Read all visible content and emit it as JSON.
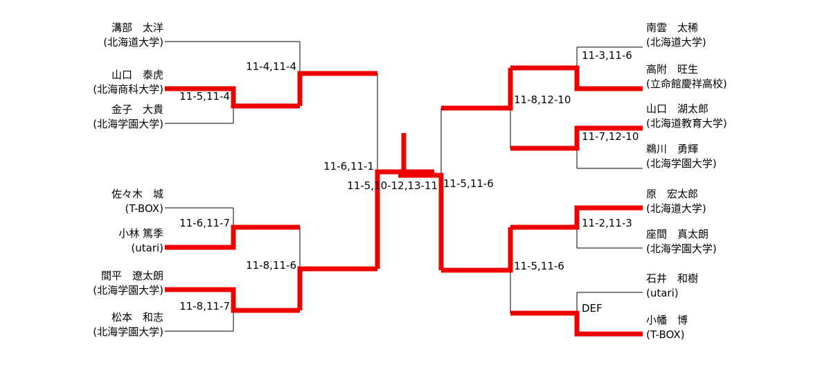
{
  "colors": {
    "line": "#000000",
    "winner_line": "#ee0000",
    "background": "#ffffff",
    "text": "#000000"
  },
  "bracket": {
    "title": "",
    "left_side": {
      "players": [
        {
          "name": "溝部　太洋",
          "affiliation": "(北海道大学)",
          "winner": false
        },
        {
          "name": "山口　泰虎",
          "affiliation": "(北海商科大学)",
          "winner": true
        },
        {
          "name": "金子　大貴",
          "affiliation": "(北海学園大学)",
          "winner": false
        },
        {
          "name": "佐々木　城",
          "affiliation": "(T-BOX)",
          "winner": false
        },
        {
          "name": "小林 篤季",
          "affiliation": "(utari)",
          "winner": true
        },
        {
          "name": "間平　遼太朗",
          "affiliation": "(北海学園大学)",
          "winner": true
        },
        {
          "name": "松本　和志",
          "affiliation": "(北海学園大学)",
          "winner": false
        }
      ],
      "scores": [
        {
          "id": "L-R1-A",
          "text": "11-5,11-4"
        },
        {
          "id": "L-R2-A",
          "text": "11-4,11-4"
        },
        {
          "id": "L-R1-B",
          "text": "11-6,11-7"
        },
        {
          "id": "L-R1-C",
          "text": "11-8,11-7"
        },
        {
          "id": "L-R2-B",
          "text": "11-8,11-6"
        },
        {
          "id": "L-SF",
          "text": "11-6,11-1"
        }
      ]
    },
    "right_side": {
      "players": [
        {
          "name": "南雲　太稀",
          "affiliation": "(北海道大学)",
          "winner": false
        },
        {
          "name": "高附　旺生",
          "affiliation": "(立命館慶祥高校)",
          "winner": true
        },
        {
          "name": "山口　湖太郎",
          "affiliation": "(北海道教育大学)",
          "winner": true
        },
        {
          "name": "鵜川　勇輝",
          "affiliation": "(北海学園大学)",
          "winner": false
        },
        {
          "name": "原　宏太郎",
          "affiliation": "(北海道大学)",
          "winner": true
        },
        {
          "name": "座間　真太朗",
          "affiliation": "(北海学園大学)",
          "winner": false
        },
        {
          "name": "石井　和樹",
          "affiliation": "(utari)",
          "winner": false
        },
        {
          "name": "小幡　博",
          "affiliation": "(T-BOX)",
          "winner": true
        }
      ],
      "scores": [
        {
          "id": "R-R1-A",
          "text": "11-3,11-6"
        },
        {
          "id": "R-R1-B",
          "text": "11-7,12-10"
        },
        {
          "id": "R-R2-A",
          "text": "11-8,12-10"
        },
        {
          "id": "R-R1-C",
          "text": "11-2,11-3"
        },
        {
          "id": "R-R1-D",
          "text": "DEF"
        },
        {
          "id": "R-R2-B",
          "text": "11-5,11-6"
        },
        {
          "id": "R-SF",
          "text": "11-5,11-6"
        }
      ]
    },
    "final": {
      "score": "11-5,10-12,13-11"
    }
  }
}
